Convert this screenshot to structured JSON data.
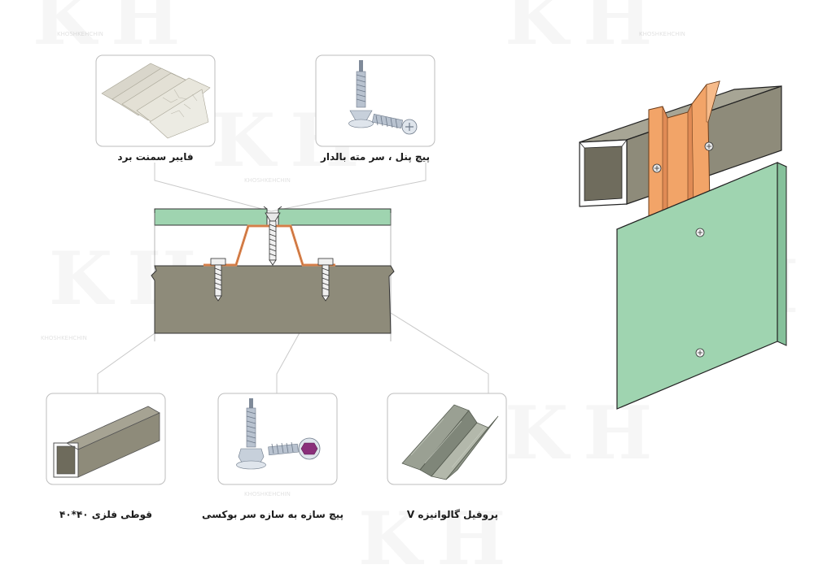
{
  "labels": {
    "fiber_cement_board": "فایبر سمنت برد",
    "panel_screw": "پیچ پنل ، سر مته بالدار",
    "metal_box_profile": "قوطی فلزی ۴۰*۴۰",
    "structure_screw": "پیچ سازه به سازه سر بوکسی",
    "v_profile": "پروفیل گالوانیزه V"
  },
  "watermark": {
    "monogram": "KH",
    "company": "KHOSHKEHCHIN"
  },
  "colors": {
    "board_green": "#9fd4b0",
    "steel_gray": "#8e8b7a",
    "profile_orange": "#f2a468",
    "panel_outline": "#555555"
  }
}
